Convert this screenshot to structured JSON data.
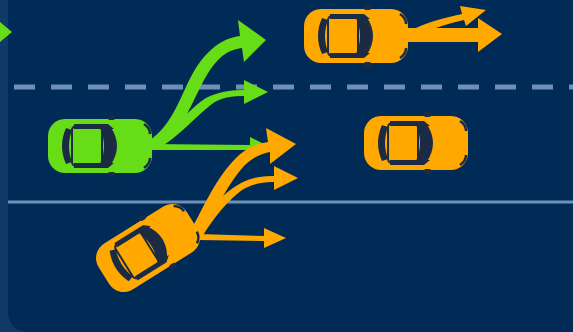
{
  "scene": {
    "background_color": "#0f3a67",
    "panel_color": "#002b57",
    "lane_marking_color": "#6f8fb8",
    "ego_color": "#66dd17",
    "other_color": "#ffa800",
    "ego_vehicle": {
      "role": "ego",
      "predicted_paths": 3,
      "icon": "car-top-view-icon"
    },
    "other_vehicles": [
      {
        "id": "top-right-car",
        "predicted_paths": 2,
        "icon": "car-top-view-icon"
      },
      {
        "id": "middle-right-car",
        "predicted_paths": 0,
        "icon": "car-top-view-icon"
      },
      {
        "id": "bottom-left-car",
        "predicted_paths": 3,
        "icon": "car-top-view-icon"
      }
    ],
    "left_indicator_icon": "chevron-right-icon"
  }
}
